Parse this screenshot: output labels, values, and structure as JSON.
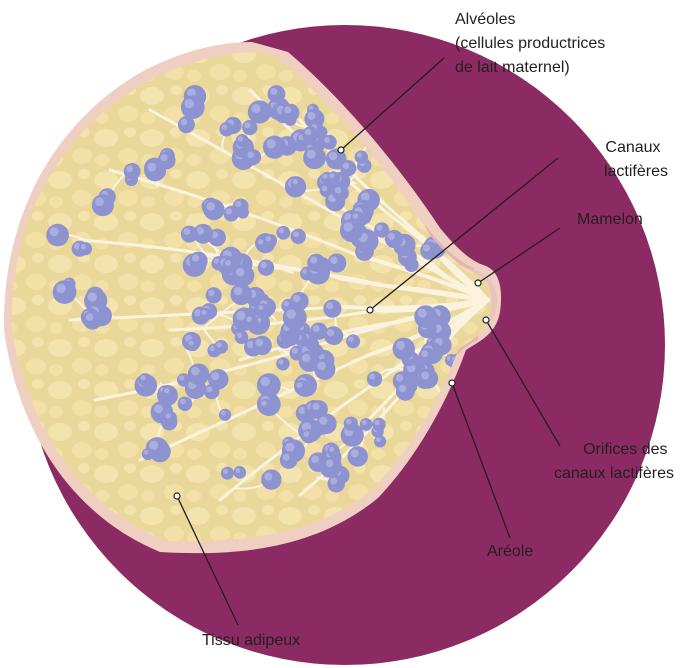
{
  "labels": {
    "alveoles": [
      "Alvéoles",
      "(cellules productrices",
      "de lait maternel)"
    ],
    "canaux": [
      "Canaux",
      "lactifères"
    ],
    "mamelon": [
      "Mamelon"
    ],
    "orifices": [
      "Orifices des",
      "canaux lactifères"
    ],
    "areole": [
      "Aréole"
    ],
    "tissu": [
      "Tissu adipeux"
    ]
  },
  "colors": {
    "skin": "#8c2a63",
    "fat": "#ead79a",
    "fat_lobule": "#f3e3ac",
    "fat_edge": "#f0cfc3",
    "duct": "#fbf3df",
    "alveolus": "#8d92d0",
    "alveolus_highlight": "#b7bbe6",
    "areola": "#e4b5b3"
  }
}
